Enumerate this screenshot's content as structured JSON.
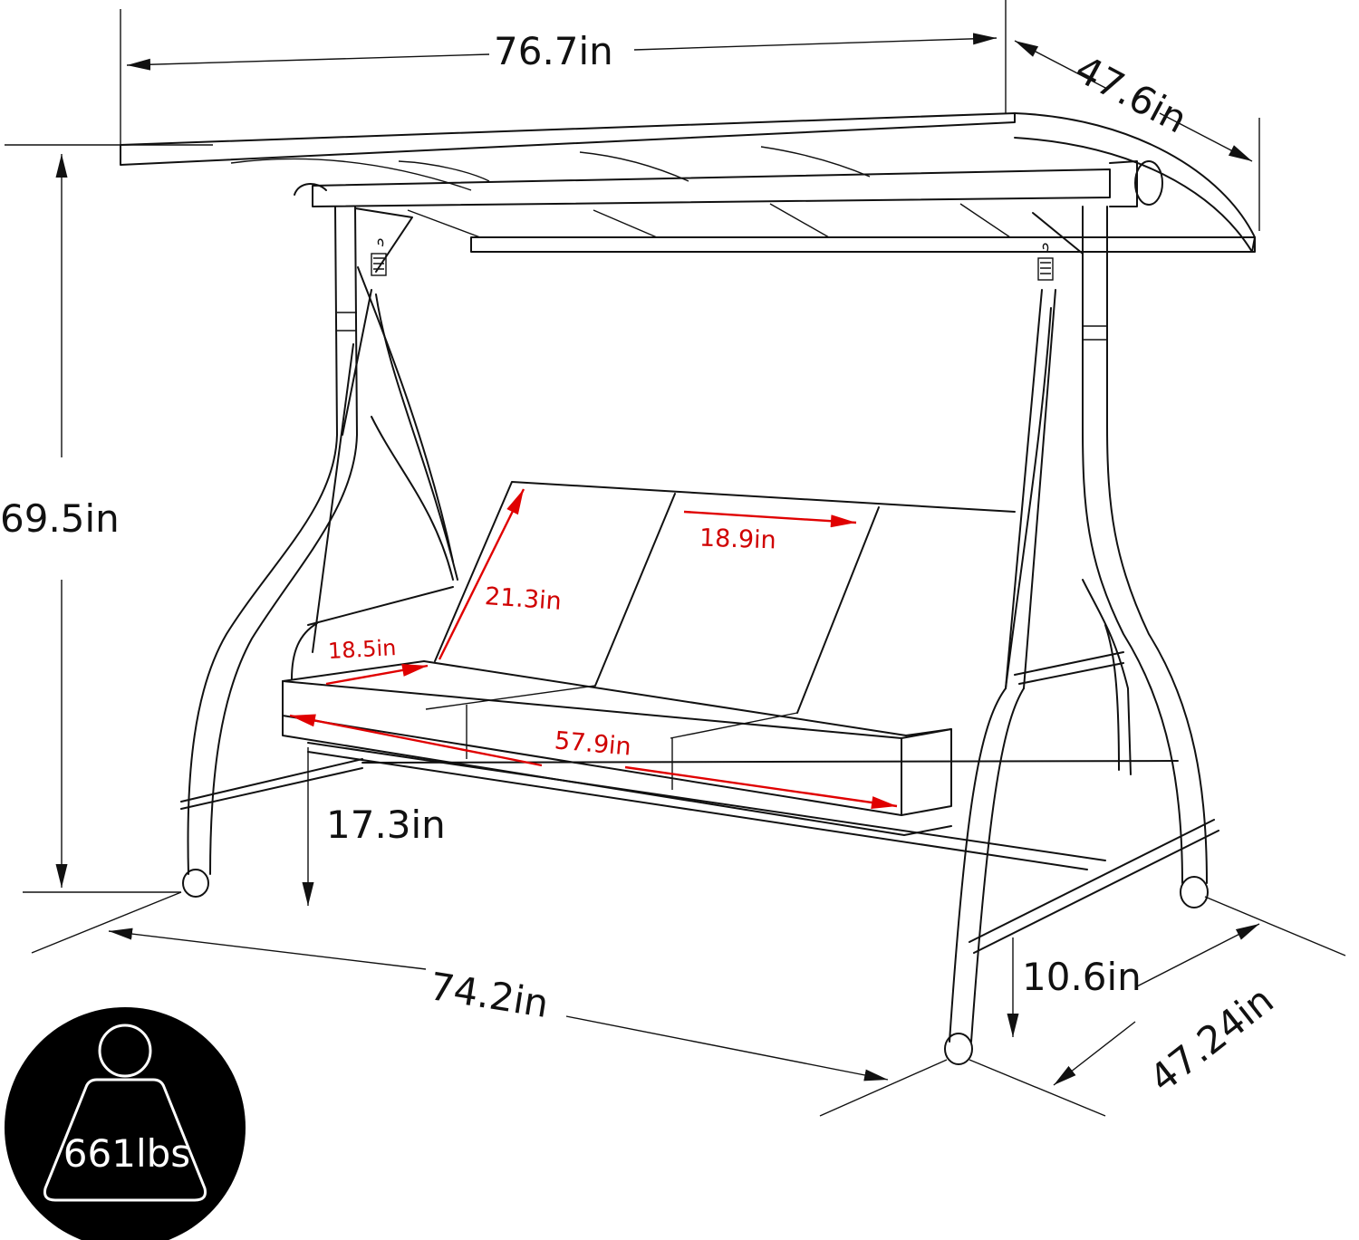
{
  "diagram": {
    "subject": "3-seat porch swing with canopy",
    "line_color": "#111111",
    "accent_color": "#e00000",
    "dimensions": {
      "overall_width": "76.7in",
      "canopy_depth": "47.6in",
      "overall_height": "69.5in",
      "backrest_width": "18.9in",
      "backrest_height": "21.3in",
      "seat_depth": "18.5in",
      "seat_width": "57.9in",
      "seat_height": "17.3in",
      "base_length": "74.2in",
      "base_bar_height": "10.6in",
      "base_depth": "47.24in"
    },
    "weight_badge": {
      "icon": "weight-icon",
      "capacity": "661lbs"
    }
  }
}
